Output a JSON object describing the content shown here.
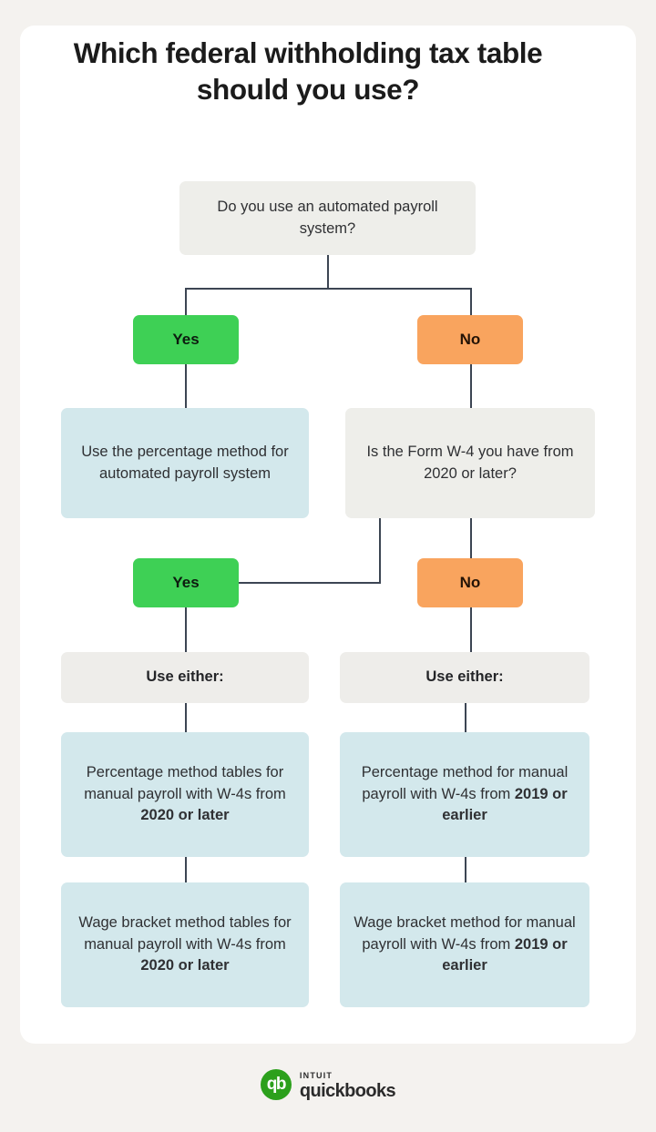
{
  "title": "Which federal withholding tax table should you use?",
  "flow": {
    "q1": "Do you use an automated payroll system?",
    "q1_yes_label": "Yes",
    "q1_no_label": "No",
    "yes_result": "Use the percentage method for automated payroll system",
    "q2": "Is the Form W-4 you have from 2020 or later?",
    "q2_yes_label": "Yes",
    "q2_no_label": "No",
    "use_either_left": "Use either:",
    "use_either_right": "Use either:",
    "left_option_1_plain": "Percentage method tables for manual payroll with W-4s from ",
    "left_option_1_bold": "2020 or later",
    "left_option_2_plain": "Wage bracket method tables for manual payroll with W-4s from ",
    "left_option_2_bold": "2020 or later",
    "right_option_1_plain": "Percentage method for manual payroll with W-4s from ",
    "right_option_1_bold": "2019 or earlier",
    "right_option_2_plain": "Wage bracket method for manual payroll with W-4s from ",
    "right_option_2_bold": "2019 or earlier"
  },
  "footer": {
    "brand_top": "Intuit",
    "brand_bottom": "quickbooks",
    "logo_monogram": "qb"
  },
  "colors": {
    "page_background": "#f4f2ef",
    "card_background": "#ffffff",
    "gray_box": "#eeeeea",
    "blue_box": "#d3e8ec",
    "yes_green": "#3ed055",
    "no_orange": "#f9a45e",
    "connector": "#3c4553",
    "brand_green": "#2ca01c",
    "text_dark": "#2f3033"
  }
}
